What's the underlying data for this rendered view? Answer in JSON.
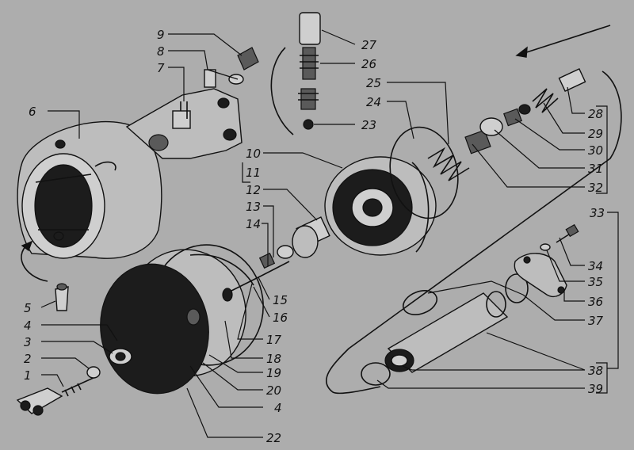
{
  "parts": [
    {
      "id": "1",
      "text": "1"
    },
    {
      "id": "2",
      "text": "2"
    },
    {
      "id": "3",
      "text": "3"
    },
    {
      "id": "4a",
      "text": "4"
    },
    {
      "id": "4b",
      "text": "4"
    },
    {
      "id": "5",
      "text": "5"
    },
    {
      "id": "6",
      "text": "6"
    },
    {
      "id": "7",
      "text": "7"
    },
    {
      "id": "8",
      "text": "8"
    },
    {
      "id": "9",
      "text": "9"
    },
    {
      "id": "10",
      "text": "10"
    },
    {
      "id": "11",
      "text": "11"
    },
    {
      "id": "12",
      "text": "12"
    },
    {
      "id": "13",
      "text": "13"
    },
    {
      "id": "14",
      "text": "14"
    },
    {
      "id": "15",
      "text": "15"
    },
    {
      "id": "16",
      "text": "16"
    },
    {
      "id": "17",
      "text": "17"
    },
    {
      "id": "18",
      "text": "18"
    },
    {
      "id": "19",
      "text": "19"
    },
    {
      "id": "20",
      "text": "20"
    },
    {
      "id": "22",
      "text": "22"
    },
    {
      "id": "23",
      "text": "23"
    },
    {
      "id": "24",
      "text": "24"
    },
    {
      "id": "25",
      "text": "25"
    },
    {
      "id": "26",
      "text": "26"
    },
    {
      "id": "27",
      "text": "27"
    },
    {
      "id": "28",
      "text": "28"
    },
    {
      "id": "29",
      "text": "29"
    },
    {
      "id": "30",
      "text": "30"
    },
    {
      "id": "31",
      "text": "31"
    },
    {
      "id": "32",
      "text": "32"
    },
    {
      "id": "33",
      "text": "33"
    },
    {
      "id": "34",
      "text": "34"
    },
    {
      "id": "35",
      "text": "35"
    },
    {
      "id": "36",
      "text": "36"
    },
    {
      "id": "37",
      "text": "37"
    },
    {
      "id": "38",
      "text": "38"
    },
    {
      "id": "39",
      "text": "39"
    }
  ],
  "colors": {
    "background": "#adadad",
    "ink": "#111111"
  }
}
